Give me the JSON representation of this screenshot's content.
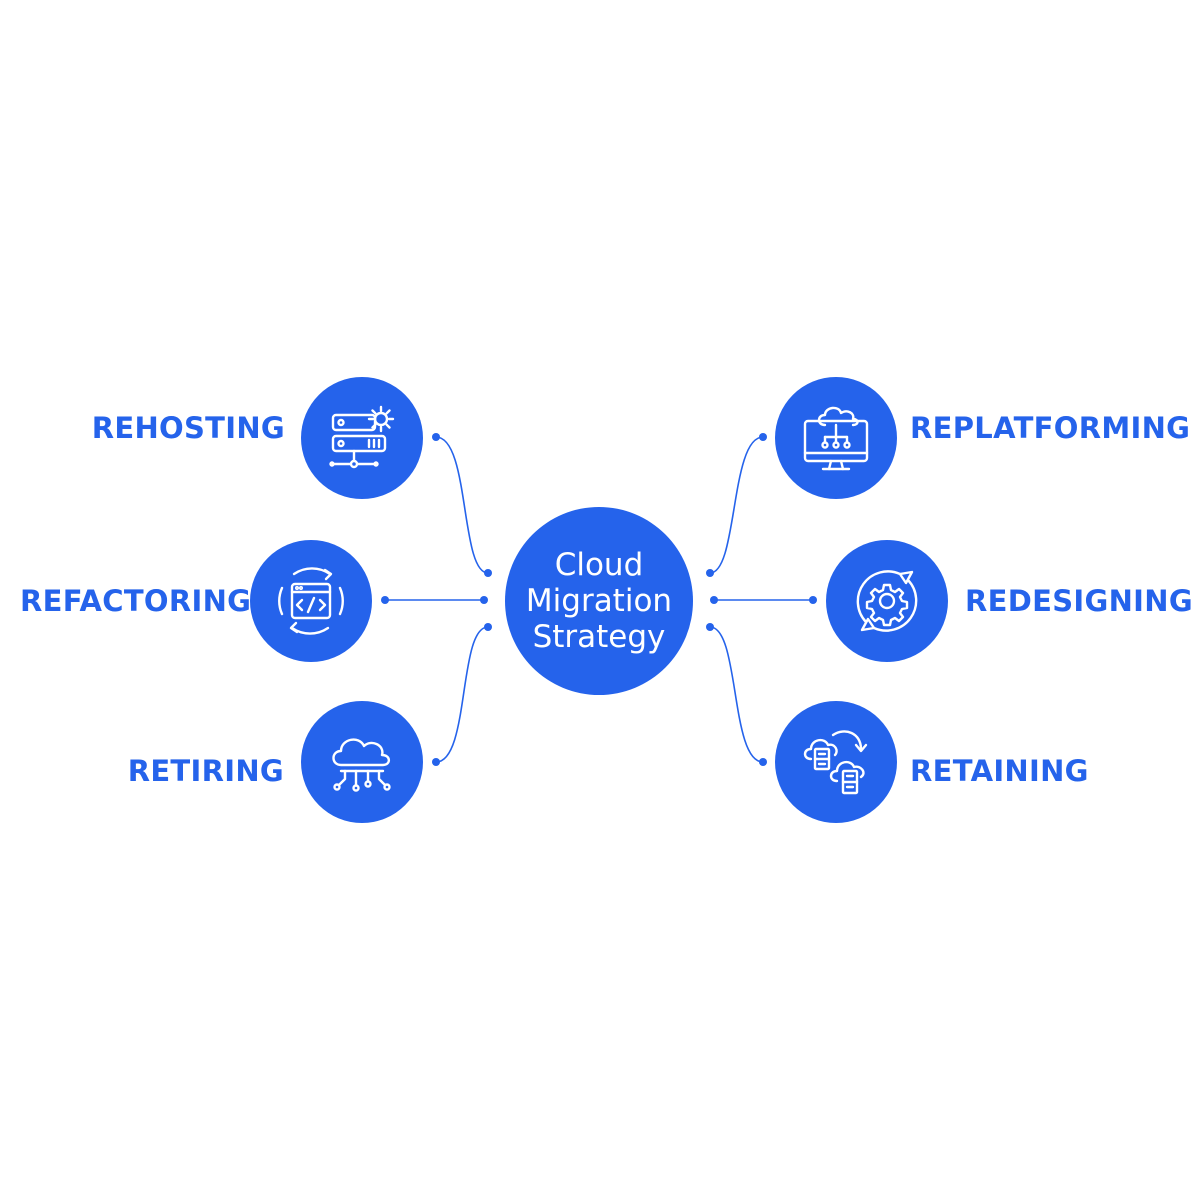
{
  "center": {
    "title": "Cloud\nMigration\nStrategy"
  },
  "strategies": {
    "rehosting": {
      "label": "REHOSTING",
      "icon": "server-gear-icon"
    },
    "refactoring": {
      "label": "REFACTORING",
      "icon": "code-window-refresh-icon"
    },
    "retiring": {
      "label": "RETIRING",
      "icon": "cloud-network-icon"
    },
    "replatforming": {
      "label": "REPLATFORMING",
      "icon": "monitor-cloud-icon"
    },
    "redesigning": {
      "label": "REDESIGNING",
      "icon": "gear-cycle-icon"
    },
    "retaining": {
      "label": "RETAINING",
      "icon": "cloud-storage-transfer-icon"
    }
  },
  "colors": {
    "accent": "#2563eb",
    "background": "#ffffff",
    "icon_stroke": "#ffffff"
  }
}
